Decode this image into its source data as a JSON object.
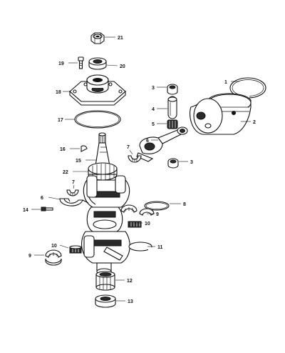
{
  "callouts": {
    "c1": "1",
    "c2": "2",
    "c3a": "3",
    "c3b": "3",
    "c4": "4",
    "c5": "5",
    "c6a": "6",
    "c6b": "6",
    "c7a": "7",
    "c7b": "7",
    "c8": "8",
    "c9a": "9",
    "c9b": "9",
    "c10a": "10",
    "c10b": "10",
    "c11": "11",
    "c12": "12",
    "c13": "13",
    "c14": "14",
    "c15": "15",
    "c16": "16",
    "c17": "17",
    "c18": "18",
    "c19": "19",
    "c20": "20",
    "c21": "21",
    "c22": "22"
  }
}
